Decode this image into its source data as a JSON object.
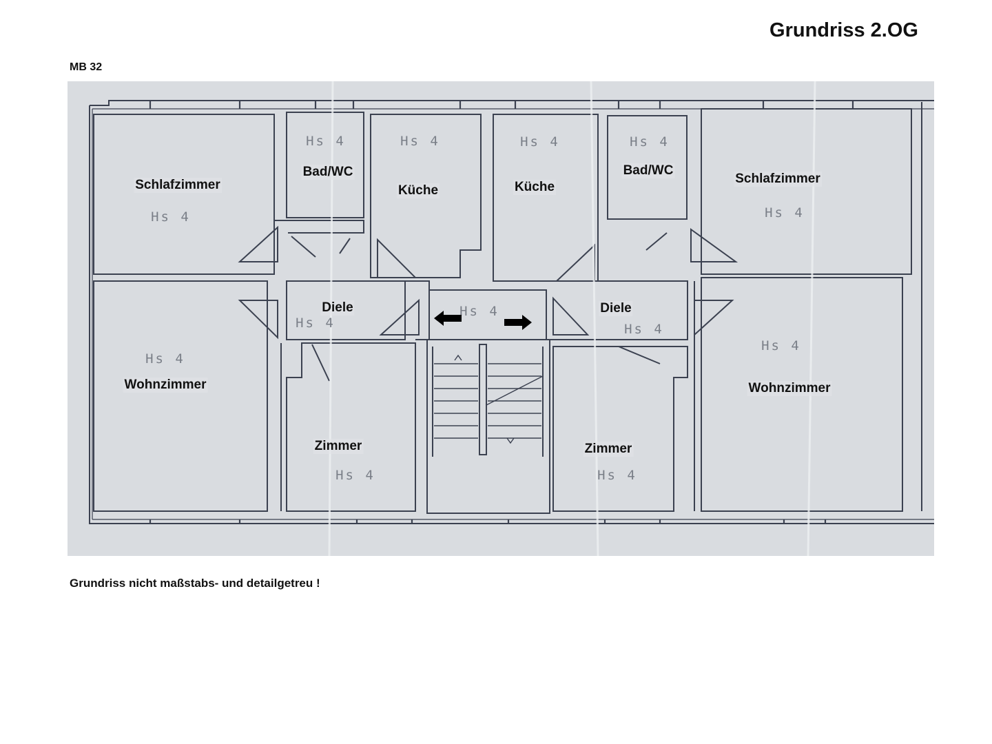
{
  "header": {
    "title": "Grundriss 2.OG",
    "code": "MB 32"
  },
  "footer": {
    "note": "Grundriss nicht maßstabs- und detailgetreu !"
  },
  "plan": {
    "background_color": "#d9dce0",
    "line_color": "#3b4150",
    "rooms": [
      {
        "label": "Schlafzimmer"
      },
      {
        "label": "Bad/WC"
      },
      {
        "label": "Küche"
      },
      {
        "label": "Küche"
      },
      {
        "label": "Bad/WC"
      },
      {
        "label": "Schlafzimmer"
      },
      {
        "label": "Diele"
      },
      {
        "label": "Diele"
      },
      {
        "label": "Wohnzimmer"
      },
      {
        "label": "Zimmer"
      },
      {
        "label": "Zimmer"
      },
      {
        "label": "Wohnzimmer"
      }
    ],
    "handwritten_note": "Hs 4",
    "stair_arrows": [
      "arrow-left-icon",
      "arrow-right-icon"
    ]
  }
}
